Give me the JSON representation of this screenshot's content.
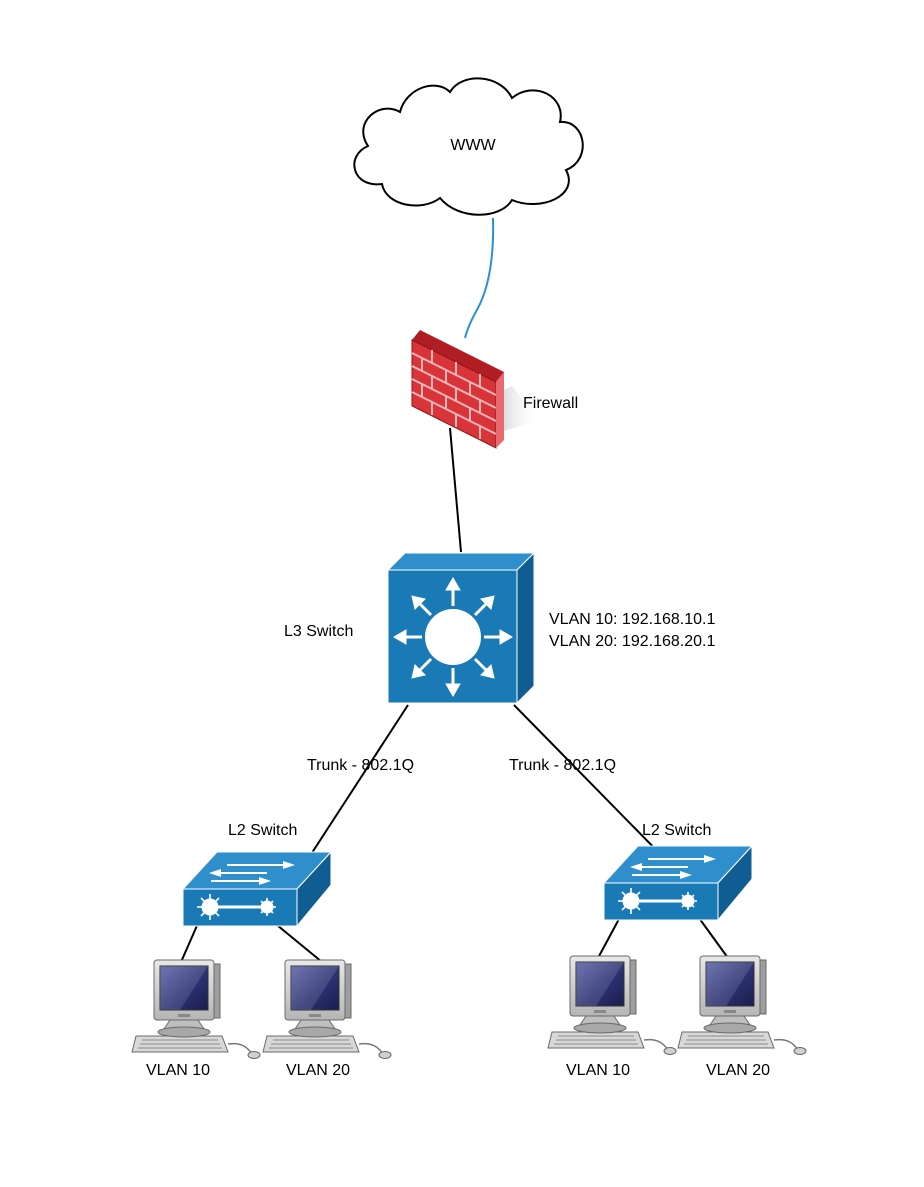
{
  "cloud": {
    "label": "WWW"
  },
  "firewall": {
    "label": "Firewall"
  },
  "l3_switch": {
    "label": "L3 Switch",
    "vlan_lines": [
      "VLAN 10: 192.168.10.1",
      "VLAN 20: 192.168.20.1"
    ]
  },
  "trunks": [
    {
      "label": "Trunk - 802.1Q"
    },
    {
      "label": "Trunk - 802.1Q"
    }
  ],
  "l2_switches": [
    {
      "label": "L2 Switch",
      "hosts": [
        {
          "label": "VLAN 10"
        },
        {
          "label": "VLAN 20"
        }
      ]
    },
    {
      "label": "L2 Switch",
      "hosts": [
        {
          "label": "VLAN 10"
        },
        {
          "label": "VLAN 20"
        }
      ]
    }
  ],
  "colors": {
    "switch_face": "#1a7ab6",
    "switch_side": "#0f5d92",
    "switch_top": "#2e8fcc",
    "uplink": "#2a8fd8",
    "firewall_brick": "#d9343a",
    "link": "#000000"
  },
  "icons": {
    "cloud": "cloud-icon",
    "firewall": "brick-wall-firewall-icon",
    "l3_switch": "multilayer-switch-icon",
    "l2_switch": "workgroup-switch-icon",
    "host": "desktop-computer-icon"
  }
}
